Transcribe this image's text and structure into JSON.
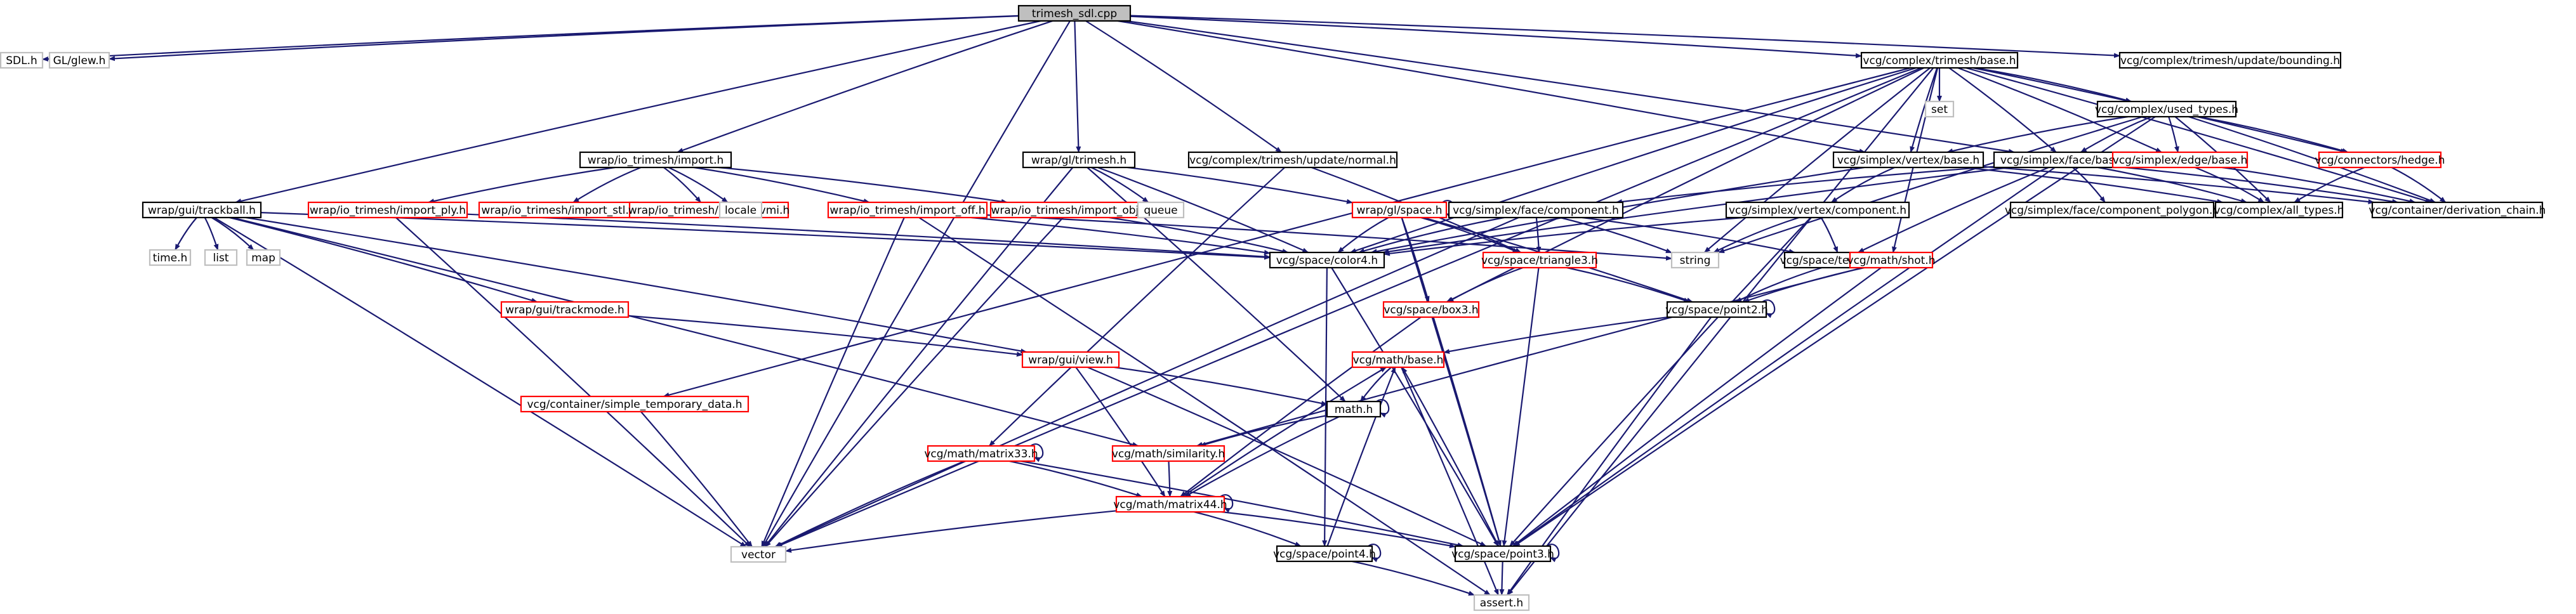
{
  "colors": {
    "edge": "#191970",
    "border_normal": "#000000",
    "border_red": "#ff0000",
    "border_grey": "#bfbfbf",
    "fill_root": "#bfbfbf",
    "fill": "#ffffff",
    "text": "#000000"
  },
  "nodes": [
    {
      "id": "trimesh_sdl",
      "label": "trimesh_sdl.cpp",
      "style": "root"
    },
    {
      "id": "sdl",
      "label": "SDL.h",
      "style": "grey"
    },
    {
      "id": "glew",
      "label": "GL/glew.h",
      "style": "grey"
    },
    {
      "id": "vector",
      "label": "vector",
      "style": "grey"
    },
    {
      "id": "trackball",
      "label": "wrap/gui/trackball.h",
      "style": "normal"
    },
    {
      "id": "import",
      "label": "wrap/io_trimesh/import.h",
      "style": "normal"
    },
    {
      "id": "gltrimesh",
      "label": "wrap/gl/trimesh.h",
      "style": "normal"
    },
    {
      "id": "updnormal",
      "label": "vcg/complex/trimesh/update/normal.h",
      "style": "normal"
    },
    {
      "id": "tribase",
      "label": "vcg/complex/trimesh/base.h",
      "style": "normal"
    },
    {
      "id": "vertbase",
      "label": "vcg/simplex/vertex/base.h",
      "style": "normal"
    },
    {
      "id": "facebase",
      "label": "vcg/simplex/face/base.h",
      "style": "normal"
    },
    {
      "id": "updbounding",
      "label": "vcg/complex/trimesh/update/bounding.h",
      "style": "normal"
    },
    {
      "id": "timeh",
      "label": "time.h",
      "style": "grey"
    },
    {
      "id": "list",
      "label": "list",
      "style": "grey"
    },
    {
      "id": "map",
      "label": "map",
      "style": "grey"
    },
    {
      "id": "trackmode",
      "label": "wrap/gui/trackmode.h",
      "style": "red"
    },
    {
      "id": "view",
      "label": "wrap/gui/view.h",
      "style": "red"
    },
    {
      "id": "simptemp",
      "label": "vcg/container/simple_temporary_data.h",
      "style": "red"
    },
    {
      "id": "import_ply",
      "label": "wrap/io_trimesh/import_ply.h",
      "style": "red"
    },
    {
      "id": "import_stl",
      "label": "wrap/io_trimesh/import_stl.h",
      "style": "red"
    },
    {
      "id": "import_vmi",
      "label": "wrap/io_trimesh/import_vmi.h",
      "style": "red"
    },
    {
      "id": "locale",
      "label": "locale",
      "style": "grey"
    },
    {
      "id": "import_off",
      "label": "wrap/io_trimesh/import_off.h",
      "style": "red"
    },
    {
      "id": "import_obj",
      "label": "wrap/io_trimesh/import_obj.h",
      "style": "red"
    },
    {
      "id": "queue",
      "label": "queue",
      "style": "grey"
    },
    {
      "id": "glspace",
      "label": "wrap/gl/space.h",
      "style": "red"
    },
    {
      "id": "facecomp",
      "label": "vcg/simplex/face/component.h",
      "style": "normal"
    },
    {
      "id": "color4",
      "label": "vcg/space/color4.h",
      "style": "normal"
    },
    {
      "id": "triangle3",
      "label": "vcg/space/triangle3.h",
      "style": "red"
    },
    {
      "id": "box3",
      "label": "vcg/space/box3.h",
      "style": "red"
    },
    {
      "id": "vertcomp",
      "label": "vcg/simplex/vertex/component.h",
      "style": "normal"
    },
    {
      "id": "string",
      "label": "string",
      "style": "grey"
    },
    {
      "id": "texcoord2",
      "label": "vcg/space/texcoord2.h",
      "style": "normal"
    },
    {
      "id": "shot",
      "label": "vcg/math/shot.h",
      "style": "red"
    },
    {
      "id": "point2",
      "label": "vcg/space/point2.h",
      "style": "normal"
    },
    {
      "id": "mathbase",
      "label": "vcg/math/base.h",
      "style": "red"
    },
    {
      "id": "math",
      "label": "math.h",
      "style": "normal"
    },
    {
      "id": "similarity",
      "label": "vcg/math/similarity.h",
      "style": "red"
    },
    {
      "id": "matrix33",
      "label": "vcg/math/matrix33.h",
      "style": "red"
    },
    {
      "id": "matrix44",
      "label": "vcg/math/matrix44.h",
      "style": "red"
    },
    {
      "id": "point4",
      "label": "vcg/space/point4.h",
      "style": "normal"
    },
    {
      "id": "point3",
      "label": "vcg/space/point3.h",
      "style": "normal"
    },
    {
      "id": "assert",
      "label": "assert.h",
      "style": "grey"
    },
    {
      "id": "set",
      "label": "set",
      "style": "grey"
    },
    {
      "id": "usedtypes",
      "label": "vcg/complex/used_types.h",
      "style": "normal"
    },
    {
      "id": "edgebase",
      "label": "vcg/simplex/edge/base.h",
      "style": "red"
    },
    {
      "id": "hedge",
      "label": "vcg/connectors/hedge.h",
      "style": "red"
    },
    {
      "id": "facecomppoly",
      "label": "vcg/simplex/face/component_polygon.h",
      "style": "normal"
    },
    {
      "id": "alltypes",
      "label": "vcg/complex/all_types.h",
      "style": "normal"
    },
    {
      "id": "derivchain",
      "label": "vcg/container/derivation_chain.h",
      "style": "normal"
    }
  ],
  "edges": [
    [
      "trimesh_sdl",
      "sdl"
    ],
    [
      "trimesh_sdl",
      "glew"
    ],
    [
      "trimesh_sdl",
      "vector"
    ],
    [
      "trimesh_sdl",
      "trackball"
    ],
    [
      "trimesh_sdl",
      "import"
    ],
    [
      "trimesh_sdl",
      "gltrimesh"
    ],
    [
      "trimesh_sdl",
      "updnormal"
    ],
    [
      "trimesh_sdl",
      "tribase"
    ],
    [
      "trimesh_sdl",
      "vertbase"
    ],
    [
      "trimesh_sdl",
      "facebase"
    ],
    [
      "trimesh_sdl",
      "updbounding"
    ],
    [
      "trackball",
      "timeh"
    ],
    [
      "trackball",
      "list"
    ],
    [
      "trackball",
      "map"
    ],
    [
      "trackball",
      "vector"
    ],
    [
      "trackball",
      "trackmode"
    ],
    [
      "trackball",
      "view"
    ],
    [
      "trackball",
      "color4"
    ],
    [
      "trackball",
      "similarity"
    ],
    [
      "trackmode",
      "view"
    ],
    [
      "view",
      "math"
    ],
    [
      "view",
      "matrix44"
    ],
    [
      "view",
      "point3"
    ],
    [
      "simptemp",
      "vector"
    ],
    [
      "import",
      "import_ply"
    ],
    [
      "import",
      "import_stl"
    ],
    [
      "import",
      "import_vmi"
    ],
    [
      "import",
      "locale"
    ],
    [
      "import",
      "import_off"
    ],
    [
      "import",
      "import_obj"
    ],
    [
      "import_ply",
      "vector"
    ],
    [
      "import_ply",
      "color4"
    ],
    [
      "import_off",
      "vector"
    ],
    [
      "import_off",
      "assert"
    ],
    [
      "import_off",
      "string"
    ],
    [
      "import_off",
      "color4"
    ],
    [
      "import_obj",
      "vector"
    ],
    [
      "import_obj",
      "color4"
    ],
    [
      "gltrimesh",
      "queue"
    ],
    [
      "gltrimesh",
      "vector"
    ],
    [
      "gltrimesh",
      "math"
    ],
    [
      "gltrimesh",
      "glspace"
    ],
    [
      "gltrimesh",
      "color4"
    ],
    [
      "updnormal",
      "matrix33"
    ],
    [
      "updnormal",
      "triangle3"
    ],
    [
      "tribase",
      "vector"
    ],
    [
      "tribase",
      "simptemp"
    ],
    [
      "tribase",
      "set"
    ],
    [
      "tribase",
      "usedtypes"
    ],
    [
      "tribase",
      "vertbase"
    ],
    [
      "tribase",
      "facebase"
    ],
    [
      "tribase",
      "edgebase"
    ],
    [
      "tribase",
      "hedge"
    ],
    [
      "tribase",
      "string"
    ],
    [
      "tribase",
      "color4"
    ],
    [
      "tribase",
      "box3"
    ],
    [
      "tribase",
      "shot"
    ],
    [
      "tribase",
      "derivchain"
    ],
    [
      "tribase",
      "assert"
    ],
    [
      "usedtypes",
      "vertbase"
    ],
    [
      "usedtypes",
      "facebase"
    ],
    [
      "usedtypes",
      "edgebase"
    ],
    [
      "usedtypes",
      "hedge"
    ],
    [
      "usedtypes",
      "alltypes"
    ],
    [
      "usedtypes",
      "derivchain"
    ],
    [
      "usedtypes",
      "string"
    ],
    [
      "usedtypes",
      "point3"
    ],
    [
      "vertbase",
      "vertcomp"
    ],
    [
      "vertbase",
      "color4"
    ],
    [
      "vertbase",
      "alltypes"
    ],
    [
      "vertbase",
      "derivchain"
    ],
    [
      "facebase",
      "facecomp"
    ],
    [
      "facebase",
      "facecomppoly"
    ],
    [
      "facebase",
      "color4"
    ],
    [
      "facebase",
      "texcoord2"
    ],
    [
      "facebase",
      "alltypes"
    ],
    [
      "facebase",
      "derivchain"
    ],
    [
      "facebase",
      "point3"
    ],
    [
      "edgebase",
      "alltypes"
    ],
    [
      "edgebase",
      "derivchain"
    ],
    [
      "hedge",
      "alltypes"
    ],
    [
      "hedge",
      "derivchain"
    ],
    [
      "glspace",
      "glspace"
    ],
    [
      "glspace",
      "color4"
    ],
    [
      "glspace",
      "triangle3"
    ],
    [
      "glspace",
      "box3"
    ],
    [
      "glspace",
      "point2"
    ],
    [
      "glspace",
      "point3"
    ],
    [
      "facecomp",
      "vector"
    ],
    [
      "facecomp",
      "string"
    ],
    [
      "facecomp",
      "color4"
    ],
    [
      "facecomp",
      "triangle3"
    ],
    [
      "facecomp",
      "texcoord2"
    ],
    [
      "vertcomp",
      "string"
    ],
    [
      "vertcomp",
      "color4"
    ],
    [
      "vertcomp",
      "texcoord2"
    ],
    [
      "vertcomp",
      "point3"
    ],
    [
      "triangle3",
      "box3"
    ],
    [
      "triangle3",
      "point2"
    ],
    [
      "triangle3",
      "point3"
    ],
    [
      "box3",
      "point3"
    ],
    [
      "box3",
      "matrix44"
    ],
    [
      "color4",
      "point3"
    ],
    [
      "color4",
      "point4"
    ],
    [
      "texcoord2",
      "point2"
    ],
    [
      "shot",
      "similarity"
    ],
    [
      "shot",
      "point2"
    ],
    [
      "shot",
      "point3"
    ],
    [
      "point2",
      "point2"
    ],
    [
      "point2",
      "mathbase"
    ],
    [
      "point2",
      "assert"
    ],
    [
      "mathbase",
      "math"
    ],
    [
      "mathbase",
      "assert"
    ],
    [
      "math",
      "math"
    ],
    [
      "math",
      "similarity"
    ],
    [
      "math",
      "matrix44"
    ],
    [
      "similarity",
      "matrix44"
    ],
    [
      "matrix33",
      "matrix33"
    ],
    [
      "matrix33",
      "matrix44"
    ],
    [
      "matrix33",
      "vector"
    ],
    [
      "matrix33",
      "point3"
    ],
    [
      "matrix44",
      "matrix44"
    ],
    [
      "matrix44",
      "mathbase"
    ],
    [
      "matrix44",
      "point3"
    ],
    [
      "matrix44",
      "point4"
    ],
    [
      "matrix44",
      "vector"
    ],
    [
      "point4",
      "point4"
    ],
    [
      "point4",
      "mathbase"
    ],
    [
      "point4",
      "assert"
    ],
    [
      "point3",
      "point3"
    ],
    [
      "point3",
      "mathbase"
    ],
    [
      "point3",
      "assert"
    ]
  ]
}
